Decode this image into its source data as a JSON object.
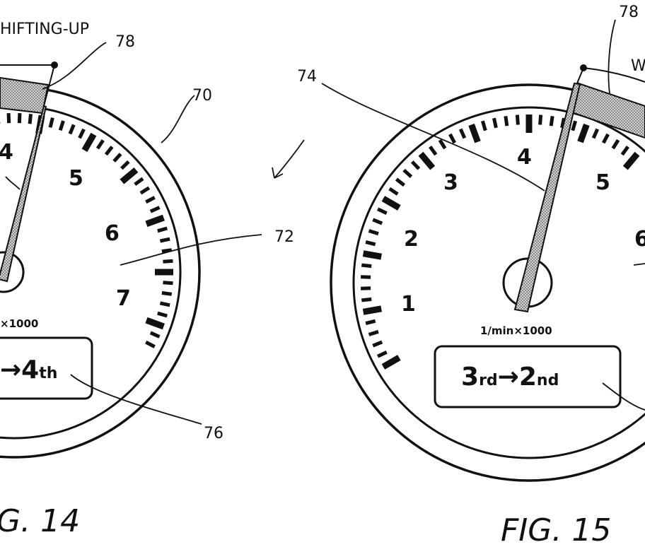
{
  "fig14": {
    "caption": "G. 14",
    "banner": "HIFTING-UP",
    "numerals": [
      "4",
      "5",
      "6",
      "7"
    ],
    "unit": "×1000",
    "gear_arrow": "→",
    "gear_to_num": "4",
    "gear_to_suffix": "th",
    "refs": {
      "r70": "70",
      "r72": "72",
      "r76": "76",
      "r78": "78"
    }
  },
  "fig15": {
    "caption": "FIG. 15",
    "banner": "W",
    "numerals": [
      "1",
      "2",
      "3",
      "4",
      "5",
      "6"
    ],
    "unit": "1/min×1000",
    "gear_from_num": "3",
    "gear_from_suffix": "rd",
    "gear_arrow": "→",
    "gear_to_num": "2",
    "gear_to_suffix": "nd",
    "refs": {
      "r74": "74",
      "r78": "78"
    }
  },
  "colors": {
    "ink": "#111111",
    "paper": "#ffffff",
    "shade": "#c8c8c8"
  }
}
